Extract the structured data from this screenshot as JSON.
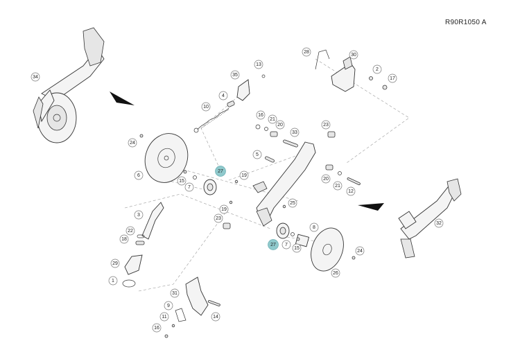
{
  "drawing_ref": "R90R1050 A",
  "accent_highlight_color": "#8fc9cc",
  "callouts": [
    {
      "id": "c-34",
      "label": "34"
    },
    {
      "id": "c-35",
      "label": "35"
    },
    {
      "id": "c-13",
      "label": "13"
    },
    {
      "id": "c-28",
      "label": "28"
    },
    {
      "id": "c-30",
      "label": "30"
    },
    {
      "id": "c-2",
      "label": "2"
    },
    {
      "id": "c-17",
      "label": "17"
    },
    {
      "id": "c-4",
      "label": "4"
    },
    {
      "id": "c-10",
      "label": "10"
    },
    {
      "id": "c-16a",
      "label": "16"
    },
    {
      "id": "c-21a",
      "label": "21"
    },
    {
      "id": "c-20a",
      "label": "20"
    },
    {
      "id": "c-33",
      "label": "33"
    },
    {
      "id": "c-23a",
      "label": "23"
    },
    {
      "id": "c-24a",
      "label": "24"
    },
    {
      "id": "c-5",
      "label": "5"
    },
    {
      "id": "c-27a",
      "label": "27"
    },
    {
      "id": "c-19a",
      "label": "19"
    },
    {
      "id": "c-6",
      "label": "6"
    },
    {
      "id": "c-15a",
      "label": "15"
    },
    {
      "id": "c-7a",
      "label": "7"
    },
    {
      "id": "c-20b",
      "label": "20"
    },
    {
      "id": "c-21b",
      "label": "21"
    },
    {
      "id": "c-12",
      "label": "12"
    },
    {
      "id": "c-25",
      "label": "25"
    },
    {
      "id": "c-3",
      "label": "3"
    },
    {
      "id": "c-19b",
      "label": "19"
    },
    {
      "id": "c-23b",
      "label": "23"
    },
    {
      "id": "c-32",
      "label": "32"
    },
    {
      "id": "c-22",
      "label": "22"
    },
    {
      "id": "c-18",
      "label": "18"
    },
    {
      "id": "c-8",
      "label": "8"
    },
    {
      "id": "c-27b",
      "label": "27"
    },
    {
      "id": "c-7b",
      "label": "7"
    },
    {
      "id": "c-15b",
      "label": "15"
    },
    {
      "id": "c-24b",
      "label": "24"
    },
    {
      "id": "c-29",
      "label": "29"
    },
    {
      "id": "c-26",
      "label": "26"
    },
    {
      "id": "c-1",
      "label": "1"
    },
    {
      "id": "c-31",
      "label": "31"
    },
    {
      "id": "c-9",
      "label": "9"
    },
    {
      "id": "c-14",
      "label": "14"
    },
    {
      "id": "c-11",
      "label": "11"
    },
    {
      "id": "c-16b",
      "label": "16"
    }
  ]
}
